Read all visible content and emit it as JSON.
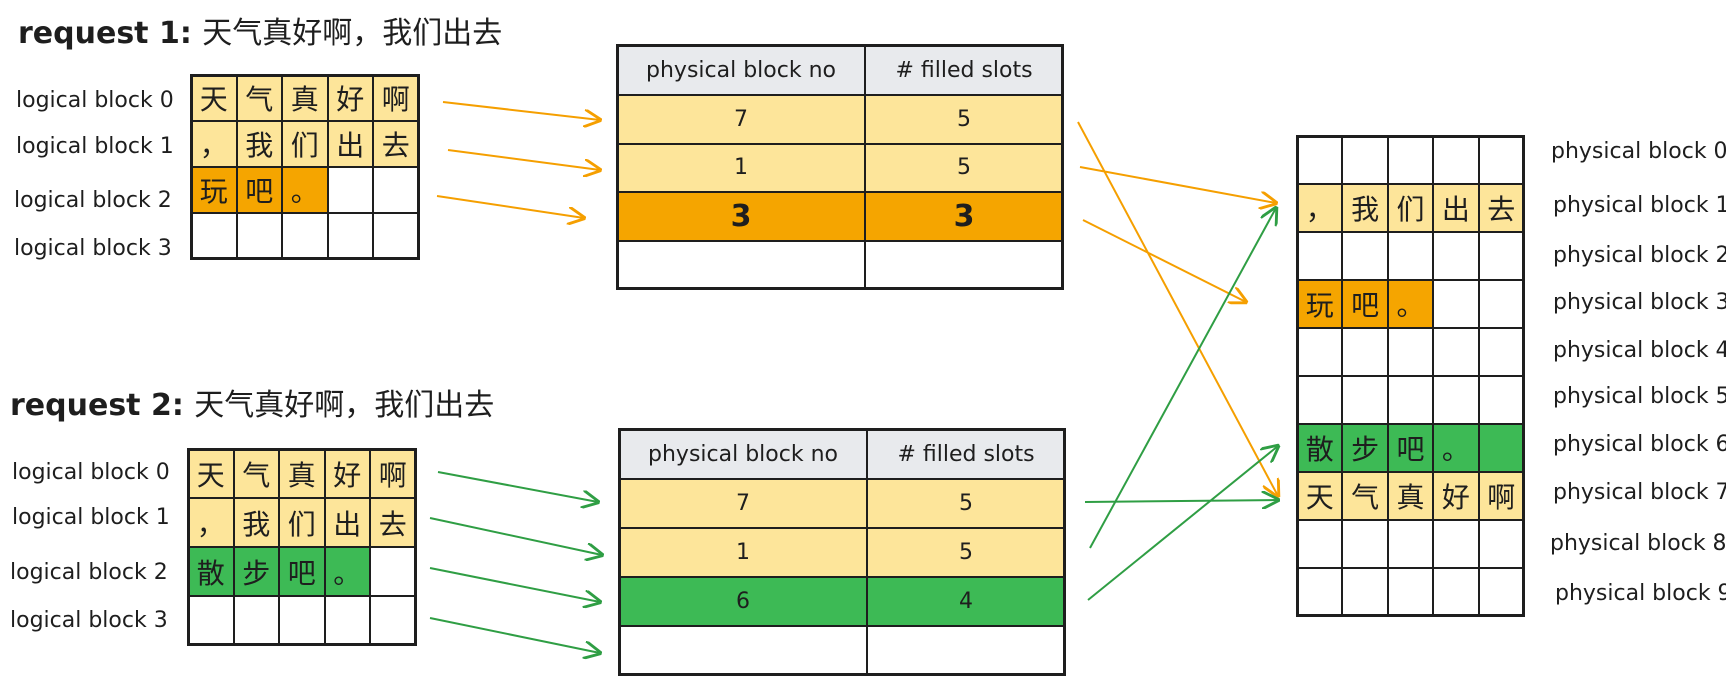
{
  "colors": {
    "empty": "#ffffff",
    "yellow": "#fde59a",
    "orange": "#f5a500",
    "green": "#3dba55",
    "header": "#e8eaed",
    "line": "#1e1e1e",
    "arrow_orange": "#f59f00",
    "arrow_green": "#2f9e44"
  },
  "request1": {
    "title_prefix": "request 1:",
    "title_text": "天气真好啊，我们出去",
    "logical_labels": [
      "logical block 0",
      "logical block 1",
      "logical block 2",
      "logical block 3"
    ],
    "logical_rows": [
      {
        "cells": [
          "天",
          "气",
          "真",
          "好",
          "啊"
        ],
        "fill": "yellow"
      },
      {
        "cells": [
          "，",
          "我",
          "们",
          "出",
          "去"
        ],
        "fill": "yellow"
      },
      {
        "cells": [
          "玩",
          "吧",
          "。",
          "",
          ""
        ],
        "fill": "orange",
        "filled": 3
      },
      {
        "cells": [
          "",
          "",
          "",
          "",
          ""
        ],
        "fill": "empty"
      }
    ],
    "table": {
      "headers": [
        "physical block no",
        "# filled slots"
      ],
      "rows": [
        {
          "block": "7",
          "filled": "5",
          "fill": "yellow"
        },
        {
          "block": "1",
          "filled": "5",
          "fill": "yellow"
        },
        {
          "block": "3",
          "filled": "3",
          "fill": "orange"
        },
        {
          "block": "",
          "filled": "",
          "fill": "empty"
        }
      ]
    }
  },
  "request2": {
    "title_prefix": "request 2:",
    "title_text": "天气真好啊，我们出去",
    "logical_labels": [
      "logical block 0",
      "logical block 1",
      "logical block 2",
      "logical block 3"
    ],
    "logical_rows": [
      {
        "cells": [
          "天",
          "气",
          "真",
          "好",
          "啊"
        ],
        "fill": "yellow"
      },
      {
        "cells": [
          "，",
          "我",
          "们",
          "出",
          "去"
        ],
        "fill": "yellow"
      },
      {
        "cells": [
          "散",
          "步",
          "吧",
          "。",
          ""
        ],
        "fill": "green",
        "filled": 4
      },
      {
        "cells": [
          "",
          "",
          "",
          "",
          ""
        ],
        "fill": "empty"
      }
    ],
    "table": {
      "headers": [
        "physical block no",
        "# filled slots"
      ],
      "rows": [
        {
          "block": "7",
          "filled": "5",
          "fill": "yellow"
        },
        {
          "block": "1",
          "filled": "5",
          "fill": "yellow"
        },
        {
          "block": "6",
          "filled": "4",
          "fill": "green"
        },
        {
          "block": "",
          "filled": "",
          "fill": "empty"
        }
      ]
    }
  },
  "physical": {
    "labels": [
      "physical block 0",
      "physical block 1",
      "physical block 2",
      "physical block 3",
      "physical block 4",
      "physical block 5",
      "physical block 6",
      "physical block 7",
      "physical block 8",
      "physical block 9"
    ],
    "rows": [
      {
        "cells": [
          "",
          "",
          "",
          "",
          ""
        ],
        "fill": "empty"
      },
      {
        "cells": [
          "，",
          "我",
          "们",
          "出",
          "去"
        ],
        "fill": "yellow"
      },
      {
        "cells": [
          "",
          "",
          "",
          "",
          ""
        ],
        "fill": "empty"
      },
      {
        "cells": [
          "玩",
          "吧",
          "。",
          "",
          ""
        ],
        "fill": "orange",
        "filled": 3
      },
      {
        "cells": [
          "",
          "",
          "",
          "",
          ""
        ],
        "fill": "empty"
      },
      {
        "cells": [
          "",
          "",
          "",
          "",
          ""
        ],
        "fill": "empty"
      },
      {
        "cells": [
          "散",
          "步",
          "吧",
          "。",
          ""
        ],
        "fill": "green",
        "filled": 5
      },
      {
        "cells": [
          "天",
          "气",
          "真",
          "好",
          "啊"
        ],
        "fill": "yellow"
      },
      {
        "cells": [
          "",
          "",
          "",
          "",
          ""
        ],
        "fill": "empty"
      },
      {
        "cells": [
          "",
          "",
          "",
          "",
          ""
        ],
        "fill": "empty"
      }
    ]
  }
}
